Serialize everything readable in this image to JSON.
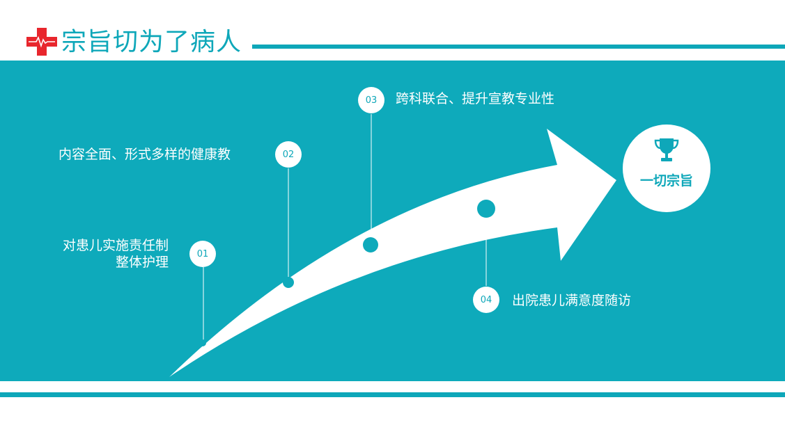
{
  "header": {
    "title": "宗旨切为了病人"
  },
  "steps": [
    {
      "num": "01",
      "label_lines": [
        "对患儿实施责任制",
        "整体护理"
      ]
    },
    {
      "num": "02",
      "label_lines": [
        "内容全面、形式多样的健康教"
      ]
    },
    {
      "num": "03",
      "label_lines": [
        "跨科联合、提升宣教专业性"
      ]
    },
    {
      "num": "04",
      "label_lines": [
        "出院患儿满意度随访"
      ]
    }
  ],
  "goal": {
    "label": "一切宗旨",
    "icon": "trophy-icon"
  },
  "colors": {
    "accent": "#0ea7b9",
    "panel": "#0eaabb",
    "logo_red": "#e8262d",
    "white": "#ffffff"
  }
}
